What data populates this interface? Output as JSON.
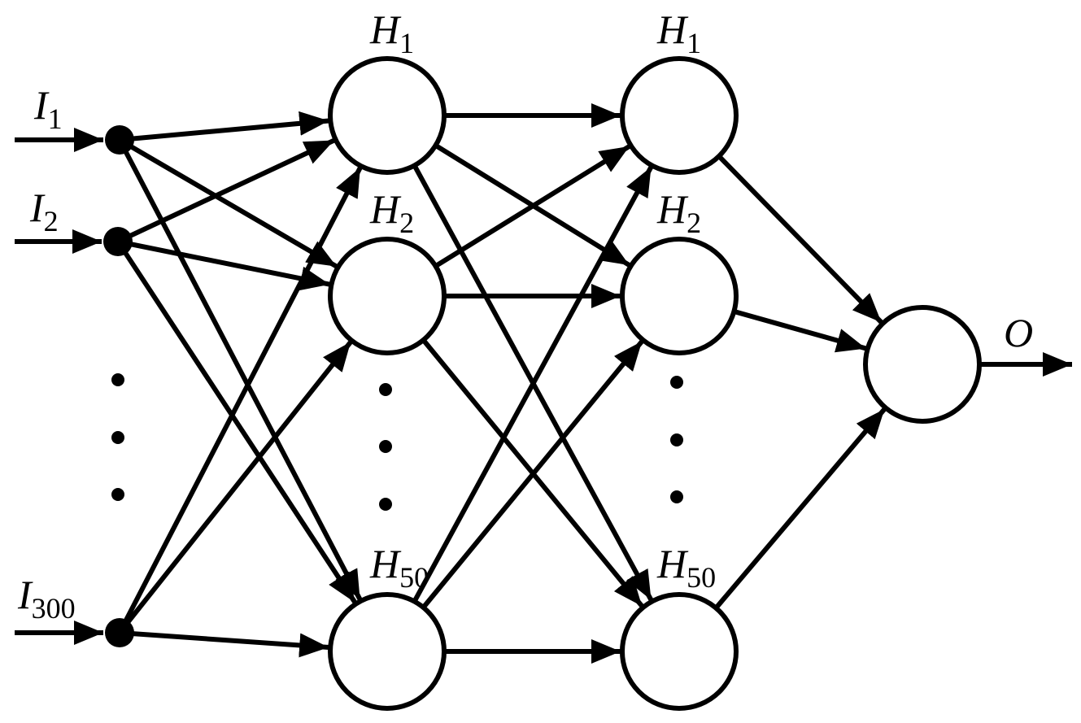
{
  "inputs": {
    "nodes": [
      {
        "letter": "I",
        "subscript": "1"
      },
      {
        "letter": "I",
        "subscript": "2"
      },
      {
        "letter": "I",
        "subscript": "300"
      }
    ]
  },
  "hidden_layer_1": {
    "nodes": [
      {
        "letter": "H",
        "subscript": "1"
      },
      {
        "letter": "H",
        "subscript": "2"
      },
      {
        "letter": "H",
        "subscript": "50"
      }
    ]
  },
  "hidden_layer_2": {
    "nodes": [
      {
        "letter": "H",
        "subscript": "1"
      },
      {
        "letter": "H",
        "subscript": "2"
      },
      {
        "letter": "H",
        "subscript": "50"
      }
    ]
  },
  "output": {
    "letter": "O"
  },
  "colors": {
    "stroke": "#000000",
    "background": "#ffffff"
  }
}
